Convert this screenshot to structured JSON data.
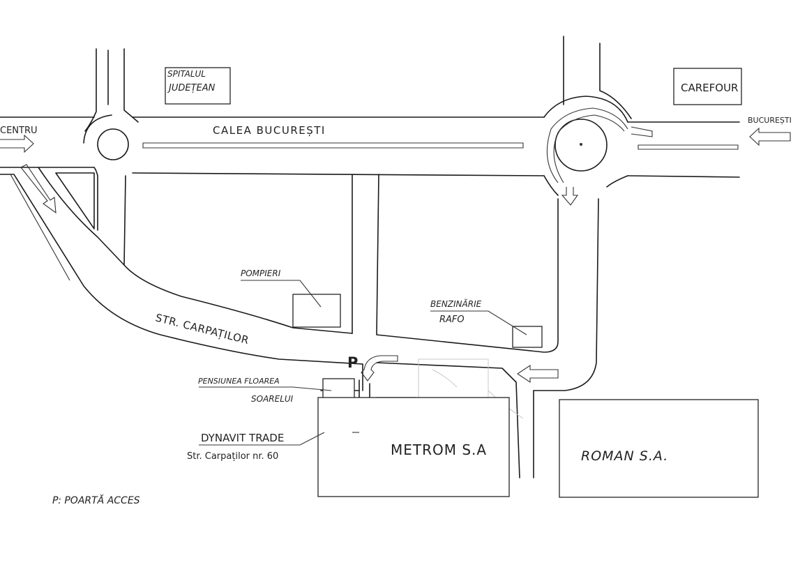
{
  "map": {
    "labels": {
      "spital_line1": "SPITALUL",
      "spital_line2": "JUDEȚEAN",
      "carrefour": "CAREFOUR",
      "centru": "CENTRU",
      "bucuresti": "BUCUREȘTI",
      "calea": "CALEA BUCUREȘTI",
      "pompieri": "POMPIERI",
      "benzinarie_line1": "BENZINĂRIE",
      "benzinarie_line2": "RAFO",
      "str_carpatilor": "STR. CARPAȚILOR",
      "p_gate": "P",
      "pensiune_line1": "PENSIUNEA FLOAREA",
      "pensiune_line2": "SOARELUI",
      "dynavit": "DYNAVIT TRADE",
      "dynavit_address": "Str. Carpaților nr. 60",
      "metrom": "METROM S.A",
      "roman": "ROMAN S.A.",
      "legend": "P: POARTĂ ACCES"
    },
    "colors": {
      "ink": "#1a1a1a",
      "highlight_fill": "#8a8a8a"
    }
  }
}
